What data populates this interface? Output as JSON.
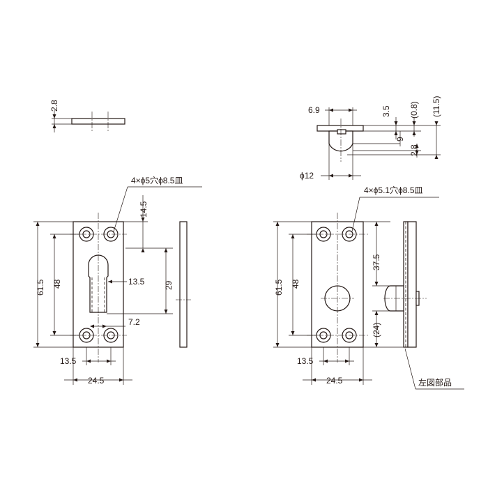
{
  "left_view": {
    "thickness": "2.8",
    "hole_callout": "4×ϕ5穴ϕ8.5皿",
    "slot_top_offset": "14.5",
    "slot_width": "13.5",
    "slot_length": "29",
    "slot_narrow": "7.2",
    "overall_height": "61.5",
    "hole_pitch_v": "48",
    "hole_pitch_h": "13.5",
    "overall_width": "24.5"
  },
  "right_view": {
    "flange_width": "6.9",
    "d_3_5": "3.5",
    "d_0_8": "(0.8)",
    "d_11_5": "(11.5)",
    "d_9": "9",
    "d_2_8": "2.8",
    "pin_diameter": "ϕ12",
    "hole_callout": "4×ϕ5.1穴ϕ8.5皿",
    "d_37_5": "37.5",
    "d_24": "(24)",
    "overall_height": "61.5",
    "hole_pitch_v": "48",
    "hole_pitch_h": "13.5",
    "overall_width": "24.5",
    "part_note": "左図部品"
  }
}
